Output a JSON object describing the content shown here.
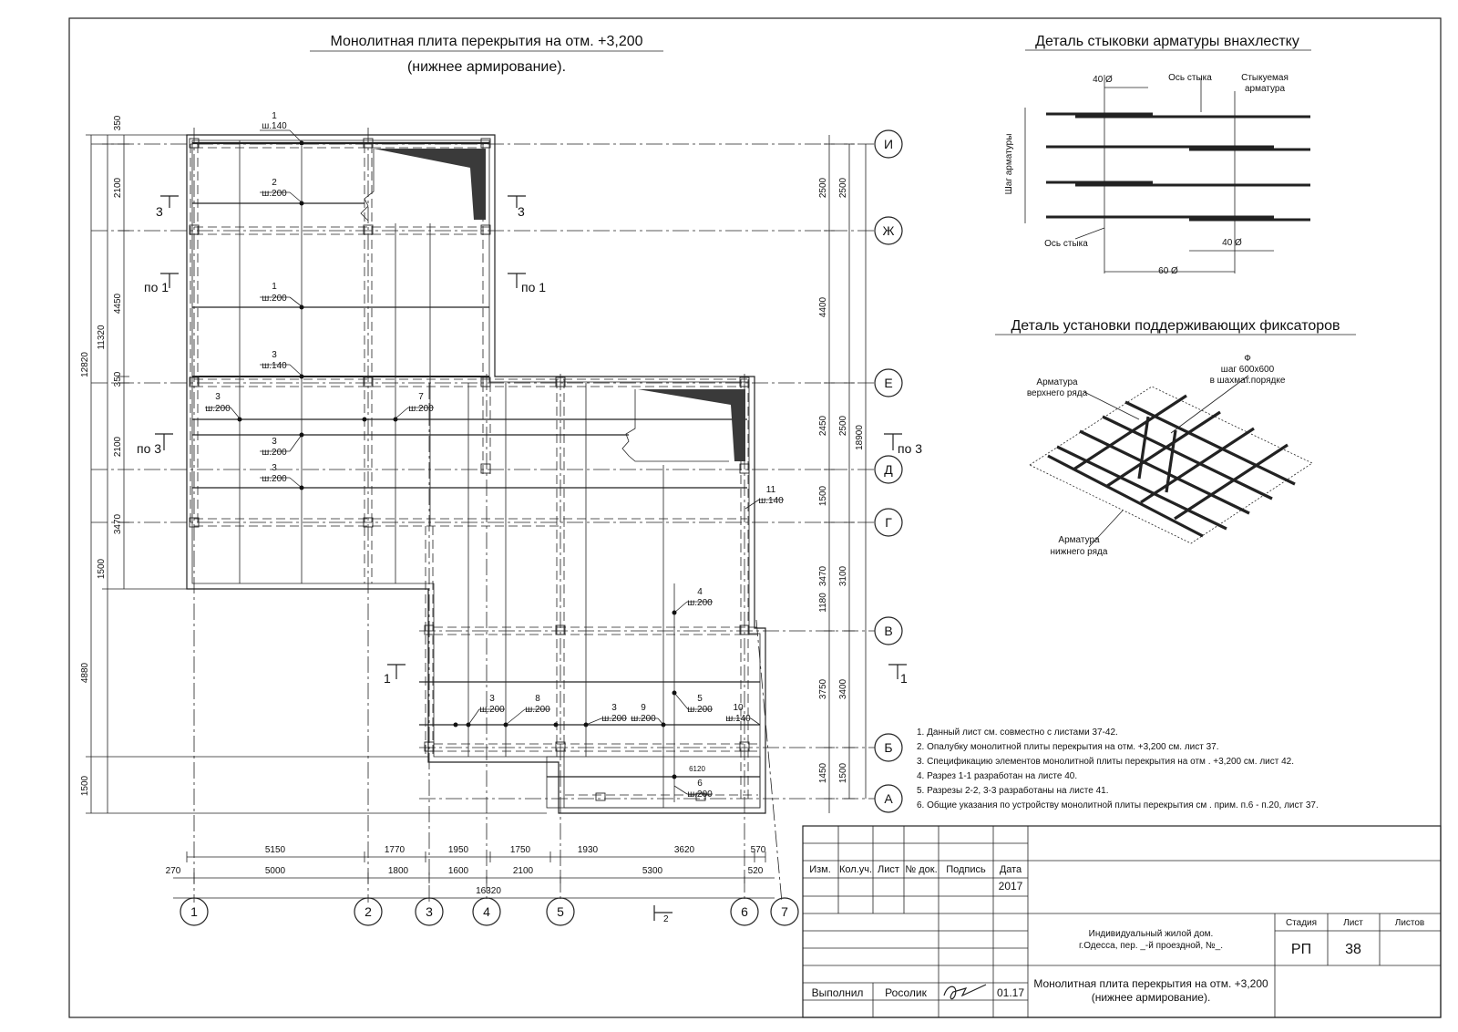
{
  "titles": {
    "main_line1": "Монолитная плита перекрытия на отм. +3,200",
    "main_line2": "(нижнее армирование).",
    "lap_detail": "Деталь стыковки арматуры внахлестку",
    "chair_detail": "Деталь установки поддерживающих фиксаторов"
  },
  "lap": {
    "dim_top": "40 Ø",
    "dim_bottom": "40 Ø",
    "dim_total": "60 Ø",
    "axis_top": "Ось стыка",
    "axis_bottom": "Ось стыка",
    "joined_rebar_1": "Стыкуемая",
    "joined_rebar_2": "арматура",
    "pitch": "Шаг арматуры"
  },
  "chairs": {
    "top_row_1": "Арматура",
    "top_row_2": "верхнего ряда",
    "phi": "Ф",
    "step": "шаг 600х600",
    "staggered": "в шахмат.порядке",
    "bottom_row_1": "Арматура",
    "bottom_row_2": "нижнего ряда"
  },
  "axes": {
    "rows": [
      "И",
      "Ж",
      "Е",
      "Д",
      "Г",
      "В",
      "Б",
      "А"
    ],
    "cols": [
      "1",
      "2",
      "3",
      "4",
      "5",
      "6",
      "7"
    ]
  },
  "dims": {
    "right_a": [
      "2500",
      "4400",
      "2450",
      "1500",
      "3470",
      "1180",
      "3750",
      "1450"
    ],
    "right_b": [
      "2500",
      "3100",
      "3400",
      "1500"
    ],
    "right_total": "18900",
    "left_a": [
      "350",
      "2100",
      "4450",
      "350",
      "2100",
      "3470",
      "1500"
    ],
    "left_b": [
      "11320",
      "4880",
      "1500"
    ],
    "left_total": "12820",
    "bottom_a": [
      "5150",
      "1770",
      "1950",
      "1750",
      "1930",
      "3620",
      "570"
    ],
    "bottom_b": [
      "270",
      "5000",
      "1800",
      "1600",
      "2100",
      "5300",
      "520"
    ],
    "bottom_total": "16320"
  },
  "rebar_labels": [
    {
      "n": "1",
      "s": "ш.140"
    },
    {
      "n": "2",
      "s": "ш.200"
    },
    {
      "n": "1",
      "s": "ш.200"
    },
    {
      "n": "3",
      "s": "ш.140"
    },
    {
      "n": "3",
      "s": "ш.200"
    },
    {
      "n": "7",
      "s": "ш.200"
    },
    {
      "n": "3",
      "s": "ш.200"
    },
    {
      "n": "3",
      "s": "ш.200"
    },
    {
      "n": "11",
      "s": "ш.140"
    },
    {
      "n": "4",
      "s": "ш.200"
    },
    {
      "n": "3",
      "s": "ш.200"
    },
    {
      "n": "8",
      "s": "ш.200"
    },
    {
      "n": "3",
      "s": "ш.200"
    },
    {
      "n": "9",
      "s": "ш.200"
    },
    {
      "n": "5",
      "s": "ш.200"
    },
    {
      "n": "10",
      "s": "ш.140"
    },
    {
      "n": "6",
      "s": "ш.200"
    }
  ],
  "aux": {
    "dim_6120": "6120"
  },
  "sections": {
    "s3": "3",
    "s3b": "3",
    "po1": "по 1",
    "po1b": "по 1",
    "po3": "по 3",
    "po3b": "по 3",
    "s1": "1",
    "s1b": "1",
    "s2": "2"
  },
  "notes": [
    "1.  Данный лист см. совместно с листами 37-42.",
    "2.  Опалубку монолитной плиты перекрытия на отм. +3,200 см. лист 37.",
    "3.  Спецификацию элементов монолитной плиты перекрытия на отм . +3,200 см. лист 42.",
    "4.  Разрез 1-1 разработан на листе 40.",
    "5.  Разрезы 2-2, 3-3 разработаны на листе 41.",
    "6.  Общие указания по устройству монолитной плиты перекрытия см . прим. п.6 - п.20, лист 37."
  ],
  "stamp": {
    "h_izm": "Изм.",
    "h_kol": "Кол.уч.",
    "h_list": "Лист",
    "h_doc": "№ док.",
    "h_sign": "Подпись",
    "h_date": "Дата",
    "year": "2017",
    "done": "Выполнил",
    "author": "Росолик",
    "date": "01.17",
    "project_1": "Индивидуальный жилой дом.",
    "project_2": "г.Одесса, пер. _-й проездной, №_.",
    "sheet_1": "Монолитная плита перекрытия на отм. +3,200",
    "sheet_2": "(нижнее армирование).",
    "stage_h": "Стадия",
    "sheet_h": "Лист",
    "sheets_h": "Листов",
    "stage": "РП",
    "sheet": "38"
  }
}
